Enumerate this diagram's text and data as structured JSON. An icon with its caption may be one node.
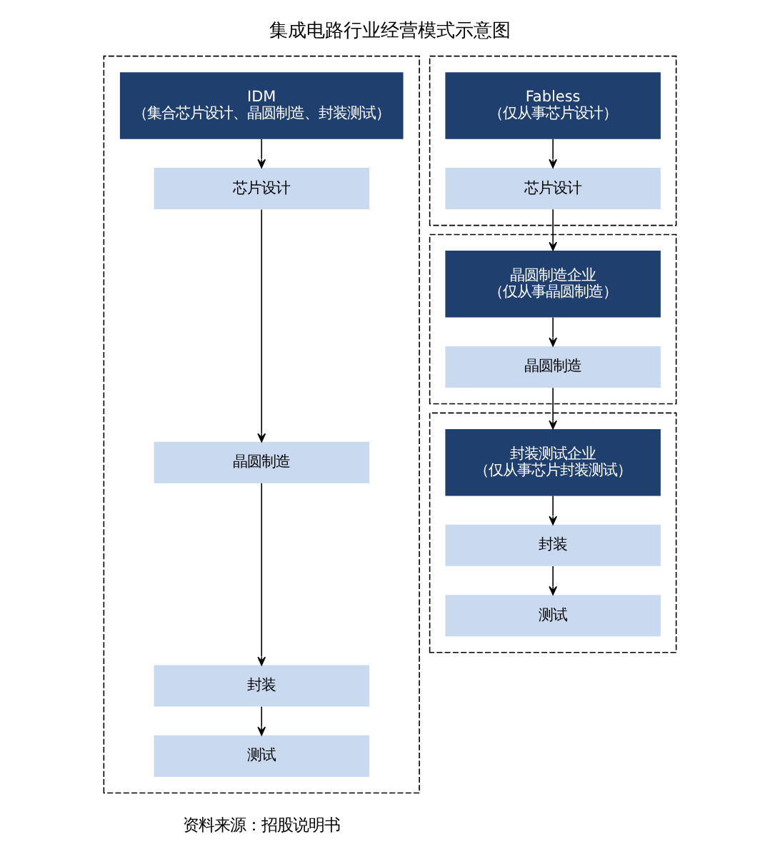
{
  "diagram": {
    "title": "集成电路行业经营模式示意图",
    "nodes": [
      {
        "text": [],
        "shape": "box"
      },
      {
        "text": [
          "IDM",
          "（集合芯片设计、晶圆制造、封装测试）"
        ],
        "in": 0
      },
      {
        "text": [
          "芯片设计"
        ],
        "in": 0
      },
      {
        "text": [
          "晶圆制造"
        ],
        "in": 0
      },
      {
        "text": [
          "封装"
        ],
        "in": 0
      },
      {
        "text": [
          "测试"
        ],
        "in": 0
      },
      {
        "text": [],
        "shape": "box"
      },
      {
        "text": [
          "Fabless",
          "（仅从事芯片设计）"
        ],
        "in": 6
      },
      {
        "text": [
          "芯片设计"
        ],
        "in": 6
      },
      {
        "text": [],
        "shape": "box"
      },
      {
        "text": [
          "晶圆制造企业",
          "（仅从事晶圆制造）"
        ],
        "in": 9
      },
      {
        "text": [
          "晶圆制造"
        ],
        "in": 9
      },
      {
        "text": [],
        "shape": "box"
      },
      {
        "text": [
          "封装测试企业",
          "（仅从事芯片封装测试）"
        ],
        "in": 12
      },
      {
        "text": [
          "封装"
        ],
        "in": 12
      },
      {
        "text": [
          "测试"
        ],
        "in": 12
      }
    ],
    "edges": [
      {
        "from": 1,
        "to": 2,
        "arrow": "to"
      },
      {
        "from": 2,
        "to": 3,
        "arrow": "to"
      },
      {
        "from": 3,
        "to": 4,
        "arrow": "to"
      },
      {
        "from": 4,
        "to": 5,
        "arrow": "to"
      },
      {
        "from": 7,
        "to": 8,
        "arrow": "to"
      },
      {
        "from": 8,
        "to": 10,
        "arrow": "to"
      },
      {
        "from": 10,
        "to": 11,
        "arrow": "to"
      },
      {
        "from": 11,
        "to": 13,
        "arrow": "to"
      },
      {
        "from": 13,
        "to": 14,
        "arrow": "to"
      },
      {
        "from": 14,
        "to": 15,
        "arrow": "to"
      }
    ],
    "labels": [
      "资料来源：招股说明书"
    ]
  }
}
